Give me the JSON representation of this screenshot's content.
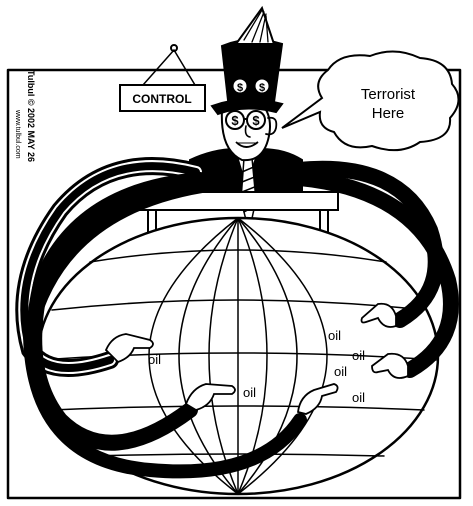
{
  "cartoon": {
    "sign_text": "CONTROL",
    "speech_bubble": {
      "line1": "Terrorist",
      "line2": "Here"
    },
    "oil_labels": [
      "oil",
      "oil",
      "oil",
      "oil",
      "oil",
      "oil"
    ],
    "artist_signature": "Tulbul © 2002 MAY 26",
    "artist_website": "www.tulbul.com",
    "colors": {
      "ink": "#000000",
      "paper": "#ffffff"
    }
  }
}
